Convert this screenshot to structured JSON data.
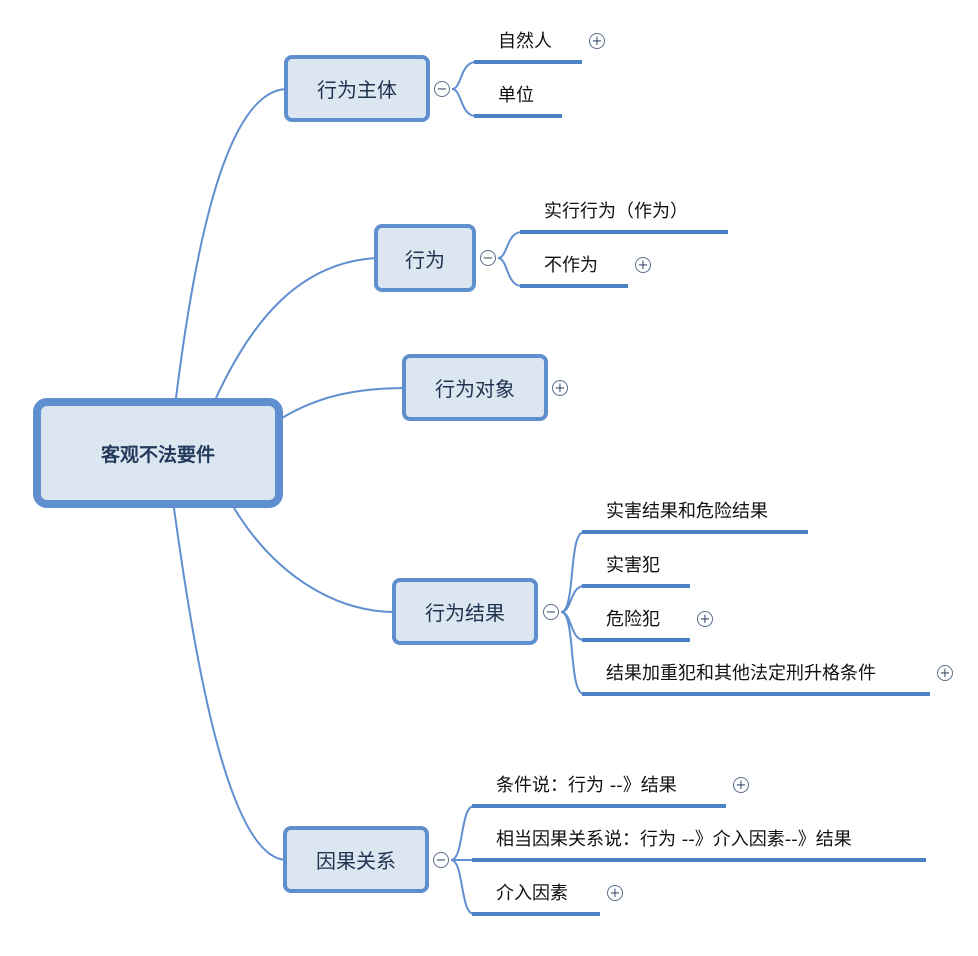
{
  "root": {
    "label": "客观不法要件"
  },
  "branches": [
    {
      "label": "行为主体",
      "toggle": "−",
      "children": [
        {
          "label": "自然人",
          "toggle": "+"
        },
        {
          "label": "单位",
          "toggle": ""
        }
      ]
    },
    {
      "label": "行为",
      "toggle": "−",
      "children": [
        {
          "label": "实行行为（作为）",
          "toggle": ""
        },
        {
          "label": "不作为",
          "toggle": "+"
        }
      ]
    },
    {
      "label": "行为对象",
      "toggle": "+",
      "children": []
    },
    {
      "label": "行为结果",
      "toggle": "−",
      "children": [
        {
          "label": "实害结果和危险结果",
          "toggle": ""
        },
        {
          "label": "实害犯",
          "toggle": ""
        },
        {
          "label": "危险犯",
          "toggle": "+"
        },
        {
          "label": "结果加重犯和其他法定刑升格条件",
          "toggle": "+"
        }
      ]
    },
    {
      "label": "因果关系",
      "toggle": "−",
      "children": [
        {
          "label": "条件说：行为 --》结果",
          "toggle": "+"
        },
        {
          "label": "相当因果关系说：行为 --》介入因素--》结果",
          "toggle": ""
        },
        {
          "label": "介入因素",
          "toggle": "+"
        }
      ]
    }
  ],
  "colors": {
    "line": "#5f8fcf",
    "node_fill": "#dce6f1",
    "underline": "#4d81c7"
  }
}
